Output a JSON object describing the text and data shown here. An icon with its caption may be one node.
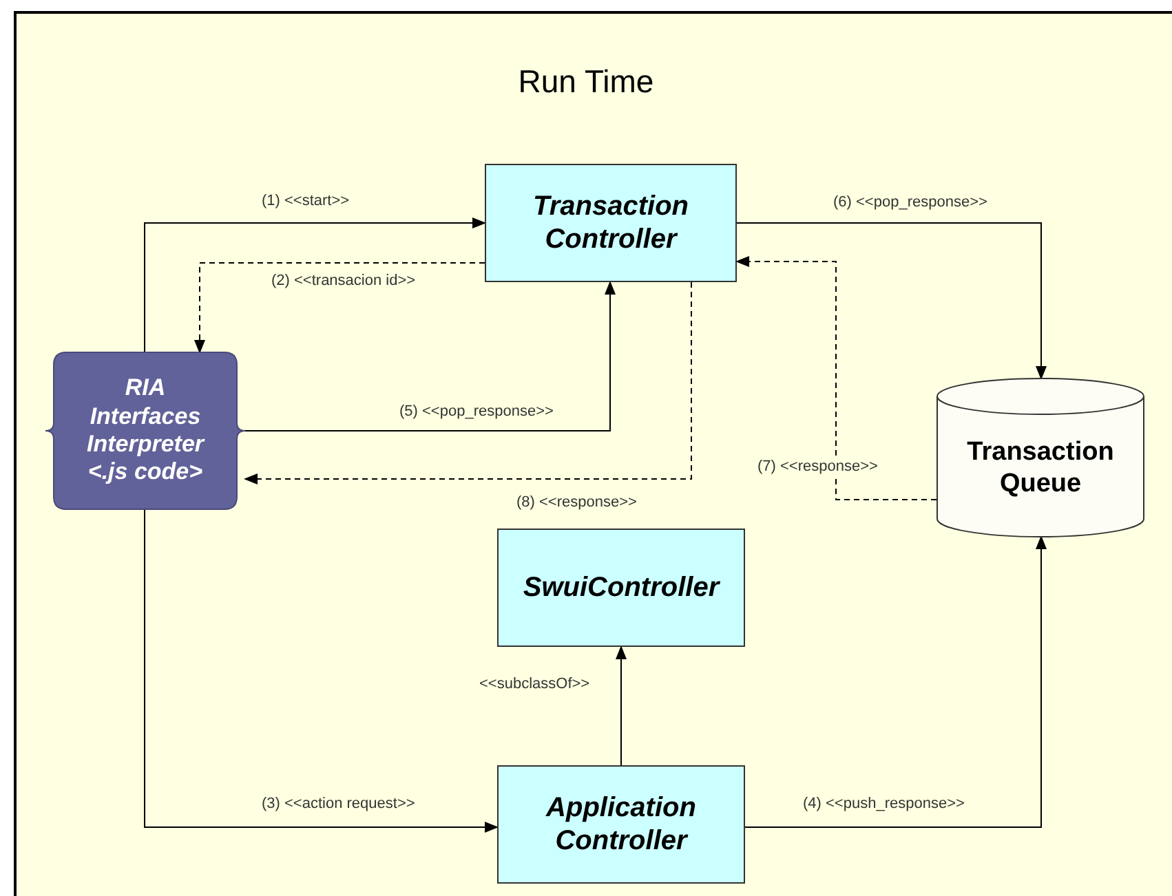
{
  "diagram": {
    "title": "Run Time",
    "nodes": [
      {
        "text": [
          "Transaction Controller"
        ]
      },
      {
        "text": [
          "RIA Interfaces Interpreter <.js code>"
        ]
      },
      {
        "text": [
          "Transaction Queue"
        ]
      },
      {
        "text": [
          "SwuiController"
        ]
      },
      {
        "text": [
          "Application Controller"
        ]
      }
    ],
    "edges": [
      {
        "from": 1,
        "to": 0,
        "arrow": "to",
        "label": "(1) <<start>>"
      },
      {
        "from": 0,
        "to": 1,
        "arrow": "to",
        "label": "(2) <<transacion id>>",
        "style": "dashed"
      },
      {
        "from": 1,
        "to": 4,
        "arrow": "to",
        "label": "(3) <<action request>>"
      },
      {
        "from": 4,
        "to": 2,
        "arrow": "to",
        "label": "(4) <<push_response>>"
      },
      {
        "from": 1,
        "to": 0,
        "arrow": "to",
        "label": "(5) <<pop_response>>"
      },
      {
        "from": 0,
        "to": 2,
        "arrow": "to",
        "label": "(6) <<pop_response>>"
      },
      {
        "from": 2,
        "to": 0,
        "arrow": "to",
        "label": "(7) <<response>>",
        "style": "dashed"
      },
      {
        "from": 0,
        "to": 1,
        "arrow": "to",
        "label": "(8) <<response>>",
        "style": "dashed"
      },
      {
        "from": 4,
        "to": 3,
        "arrow": "to",
        "label": "<<subclassOf>>"
      }
    ]
  }
}
